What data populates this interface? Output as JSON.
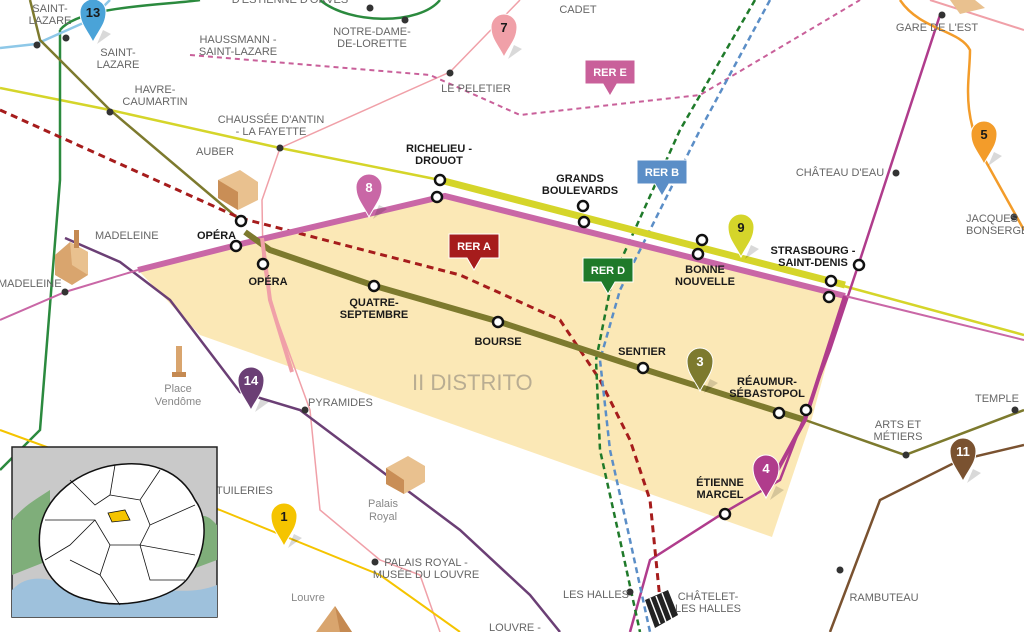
{
  "district": {
    "label": "II DISTRITO",
    "fill": "#fbe6ae"
  },
  "lines": {
    "l1": "#f5c400",
    "l3": "#7d7a2e",
    "l4": "#b03c8c",
    "l5": "#f39c2a",
    "l7": "#f0a0a8",
    "l8": "#c967a6",
    "l9": "#d5d52a",
    "l11": "#7a5230",
    "l12": "#2b8a3e",
    "l13": "#8ec8e8",
    "l14": "#6b3f75",
    "rerA": "#a61c1c",
    "rerB": "#5b8ec7",
    "rerD": "#1f7a2a",
    "rerE": "#c9609a"
  },
  "pins": [
    {
      "num": "13",
      "color": "#4aa3d8"
    },
    {
      "num": "7",
      "color": "#f0a0a8"
    },
    {
      "num": "5",
      "color": "#f39c2a"
    },
    {
      "num": "8",
      "color": "#c967a6"
    },
    {
      "num": "9",
      "color": "#d5d52a"
    },
    {
      "num": "3",
      "color": "#7d7a2e"
    },
    {
      "num": "14",
      "color": "#6b3f75"
    },
    {
      "num": "4",
      "color": "#b03c8c"
    },
    {
      "num": "11",
      "color": "#7a5230"
    },
    {
      "num": "1",
      "color": "#f5c400"
    }
  ],
  "rer": [
    {
      "label": "RER E",
      "color": "#c9609a"
    },
    {
      "label": "RER B",
      "color": "#5b8ec7"
    },
    {
      "label": "RER A",
      "color": "#a61c1c"
    },
    {
      "label": "RER D",
      "color": "#1f7a2a"
    }
  ],
  "stations": {
    "saint_lazare_top": "SAINT-\nLAZARE",
    "saint_lazare": "SAINT-\nLAZARE",
    "estienne_dorves": "D'ESTIENNE D'ORVES",
    "notre_dame_de_lorette": "NOTRE-DAME-\nDE-LORETTE",
    "cadet": "CADET",
    "gare_de_lest": "GARE DE L'EST",
    "haussmann_saint_lazare": "HAUSSMANN -\nSAINT-LAZARE",
    "havre_caumartin": "HAVRE-\nCAUMARTIN",
    "le_peletier": "LE PELETIER",
    "chaussee_dantin": "CHAUSSÉE D'ANTIN\n- LA FAYETTE",
    "auber": "AUBER",
    "richelieu_drouot": "RICHELIEU -\nDROUOT",
    "grands_boulevards": "GRANDS\nBOULEVARDS",
    "chateau_deau": "CHÂTEAU D'EAU",
    "jacques_bonsergent": "JACQUES\nBONSERGENT",
    "madeleine_top": "MADELEINE",
    "madeleine_left": "MADELEINE",
    "opera_top": "OPÉRA",
    "opera_bottom": "OPÉRA",
    "quatre_septembre": "QUATRE-\nSEPTEMBRE",
    "bourse": "BOURSE",
    "bonne_nouvelle": "BONNE\nNOUVELLE",
    "strasbourg_saint_denis": "STRASBOURG -\nSAINT-DENIS",
    "sentier": "SENTIER",
    "reaumur_sebastopol": "RÉAUMUR-\nSÉBASTOPOL",
    "pyramides": "PYRAMIDES",
    "arts_et_metiers": "ARTS ET\nMÉTIERS",
    "temple": "TEMPLE",
    "tuileries": "TUILERIES",
    "etienne_marcel": "ÉTIENNE\nMARCEL",
    "palais_royal_musee": "PALAIS ROYAL -\nMUSÉE DU LOUVRE",
    "les_halles": "LES HALLES",
    "chatelet_les_halles": "CHÂTELET-\nLES HALLES",
    "rambuteau": "RAMBUTEAU",
    "louvre_rivoli": "LOUVRE -"
  },
  "landmarks": {
    "place_vendome": "Place\nVendôme",
    "palais_royal": "Palais\nRoyal",
    "louvre": "Louvre"
  }
}
